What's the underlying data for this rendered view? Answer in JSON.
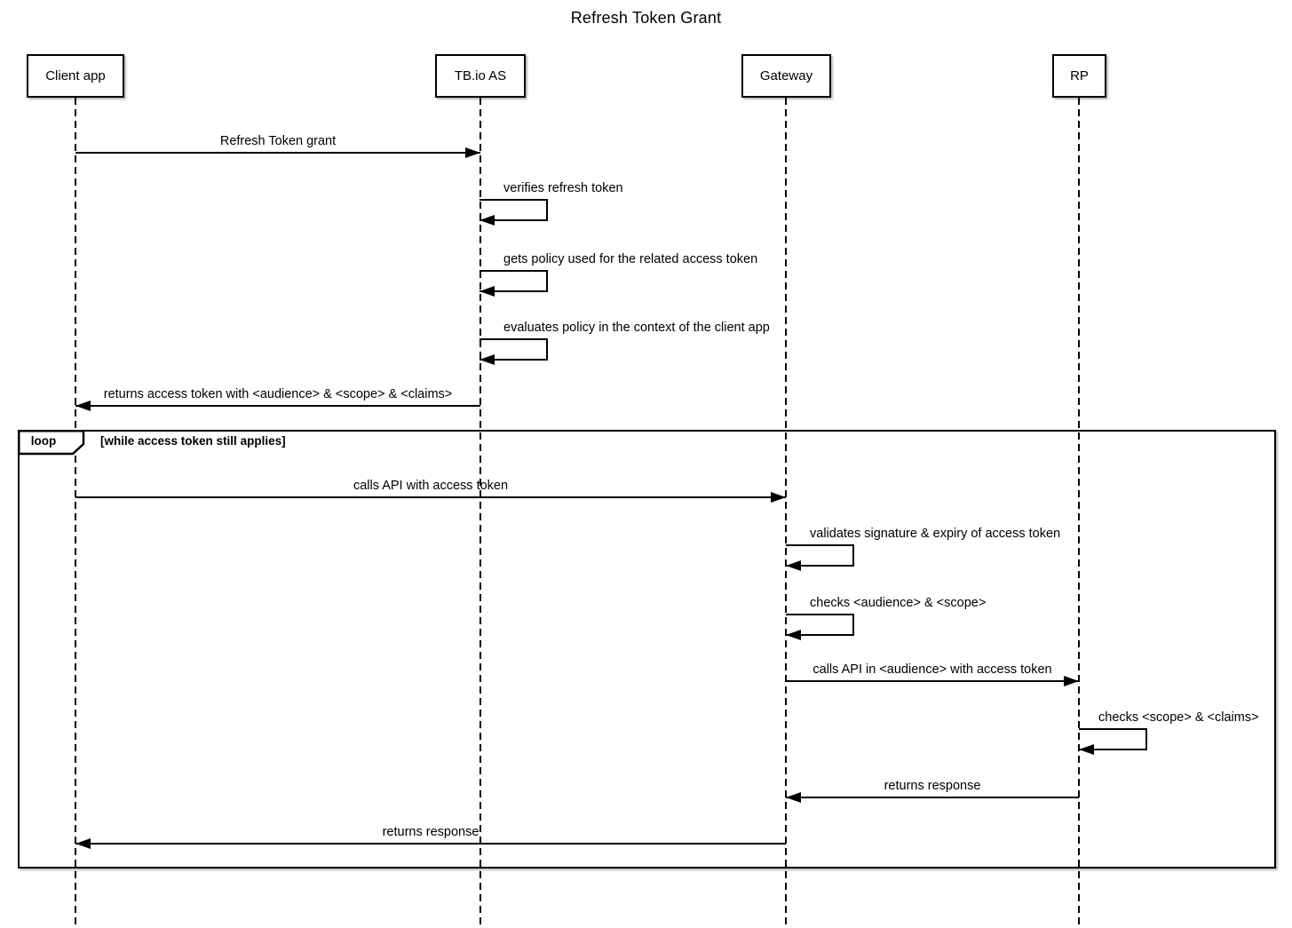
{
  "title": "Refresh Token Grant",
  "participants": [
    {
      "label": "Client app"
    },
    {
      "label": "TB.io AS"
    },
    {
      "label": "Gateway"
    },
    {
      "label": "RP"
    }
  ],
  "loop_fragment": {
    "operator": "loop",
    "condition": "[while access token still applies]"
  },
  "messages": [
    {
      "from": "Client app",
      "to": "TB.io AS",
      "type": "arrow",
      "label": "Refresh Token grant"
    },
    {
      "from": "TB.io AS",
      "to": "TB.io AS",
      "type": "self",
      "label": "verifies refresh token"
    },
    {
      "from": "TB.io AS",
      "to": "TB.io AS",
      "type": "self",
      "label": "gets policy used for the related access token"
    },
    {
      "from": "TB.io AS",
      "to": "TB.io AS",
      "type": "self",
      "label": "evaluates policy in the context of the client app"
    },
    {
      "from": "TB.io AS",
      "to": "Client app",
      "type": "arrow",
      "label": "returns access token with <audience> & <scope> & <claims>"
    },
    {
      "from": "Client app",
      "to": "Gateway",
      "type": "arrow",
      "in_loop": true,
      "label": "calls API with access token"
    },
    {
      "from": "Gateway",
      "to": "Gateway",
      "type": "self",
      "in_loop": true,
      "label": "validates signature & expiry of access token"
    },
    {
      "from": "Gateway",
      "to": "Gateway",
      "type": "self",
      "in_loop": true,
      "label": "checks <audience> & <scope>"
    },
    {
      "from": "Gateway",
      "to": "RP",
      "type": "arrow",
      "in_loop": true,
      "label": "calls API in <audience> with access token"
    },
    {
      "from": "RP",
      "to": "RP",
      "type": "self",
      "in_loop": true,
      "label": "checks <scope> & <claims>"
    },
    {
      "from": "RP",
      "to": "Gateway",
      "type": "arrow",
      "in_loop": true,
      "label": "returns response"
    },
    {
      "from": "Gateway",
      "to": "Client app",
      "type": "arrow",
      "in_loop": true,
      "label": "returns response"
    }
  ],
  "colors": {
    "line": "#000000",
    "background": "#ffffff",
    "box_fill": "#ffffff"
  }
}
